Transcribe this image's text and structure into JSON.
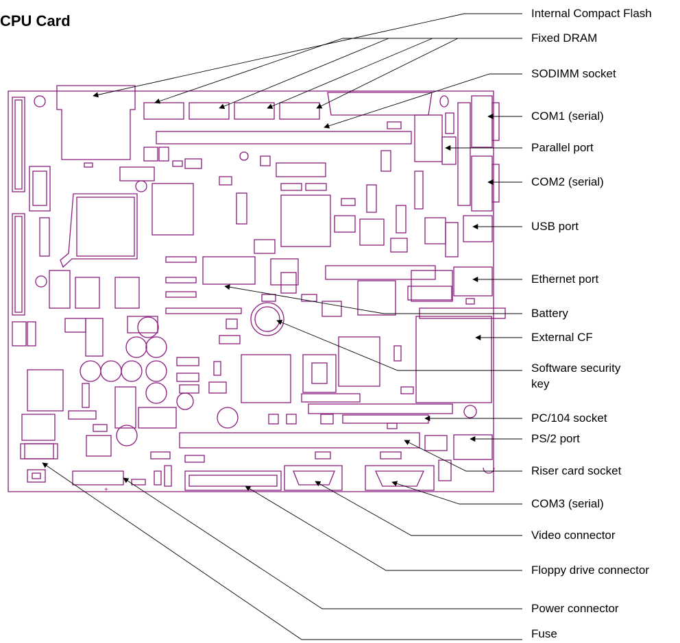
{
  "title": "CPU Card",
  "colors": {
    "board": "#8a1a7e",
    "leader": "#000000"
  },
  "labels": {
    "internal_cf": "Internal Compact Flash",
    "fixed_dram": "Fixed DRAM",
    "sodimm": "SODIMM socket",
    "com1": "COM1 (serial)",
    "parallel": "Parallel port",
    "com2": "COM2 (serial)",
    "usb": "USB port",
    "ethernet": "Ethernet port",
    "battery": "Battery",
    "external_cf": "External CF",
    "security_key_1": "Software security",
    "security_key_2": "key",
    "pc104": "PC/104 socket",
    "ps2": "PS/2 port",
    "riser": "Riser card socket",
    "com3": "COM3 (serial)",
    "video": "Video connector",
    "floppy": "Floppy drive connector",
    "power": "Power connector",
    "fuse": "Fuse"
  },
  "board_markings": {
    "plus": "+"
  }
}
